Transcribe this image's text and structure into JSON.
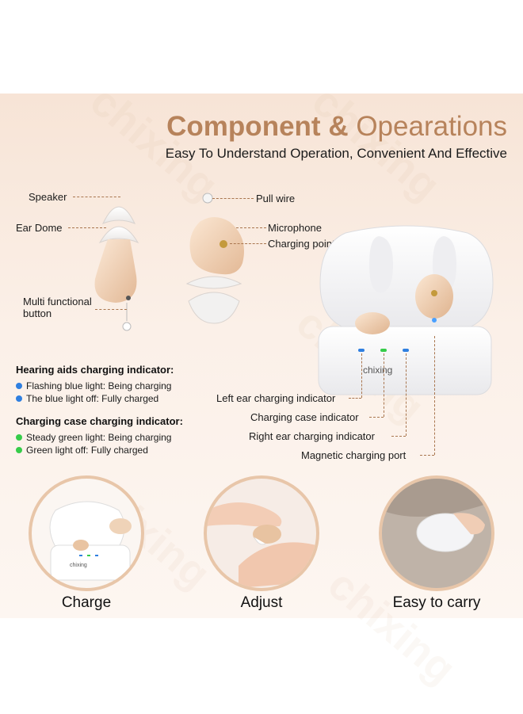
{
  "header": {
    "title_bold": "Component",
    "title_amp": "&",
    "title_light": "Opearations",
    "subtitle": "Easy To Understand Operation, Convenient And Effective"
  },
  "left_device": {
    "speaker": "Speaker",
    "ear_dome": "Ear Dome",
    "button_line1": "Multi functional",
    "button_line2": "button"
  },
  "middle_device": {
    "pull_wire": "Pull wire",
    "microphone": "Microphone",
    "charging_point": "Charging point"
  },
  "case": {
    "brand": "chixing",
    "left_indicator": "Left ear charging indicator",
    "case_indicator": "Charging case indicator",
    "right_indicator": "Right ear charging indicator",
    "magnetic_port": "Magnetic charging port"
  },
  "indicators": {
    "hearing_title": "Hearing aids charging indicator:",
    "hearing_items": [
      "Flashing blue light: Being charging",
      "The blue light off: Fully charged"
    ],
    "case_title": "Charging case charging indicator:",
    "case_items": [
      "Steady green light: Being charging",
      "Green light off: Fully charged"
    ],
    "blue": "#2f7fe0",
    "green": "#36cc4a"
  },
  "usage": [
    {
      "caption": "Charge",
      "brand": "chixing"
    },
    {
      "caption": "Adjust"
    },
    {
      "caption": "Easy to carry"
    }
  ],
  "colors": {
    "accent": "#b7835b",
    "skin": "#f3d6bc"
  }
}
